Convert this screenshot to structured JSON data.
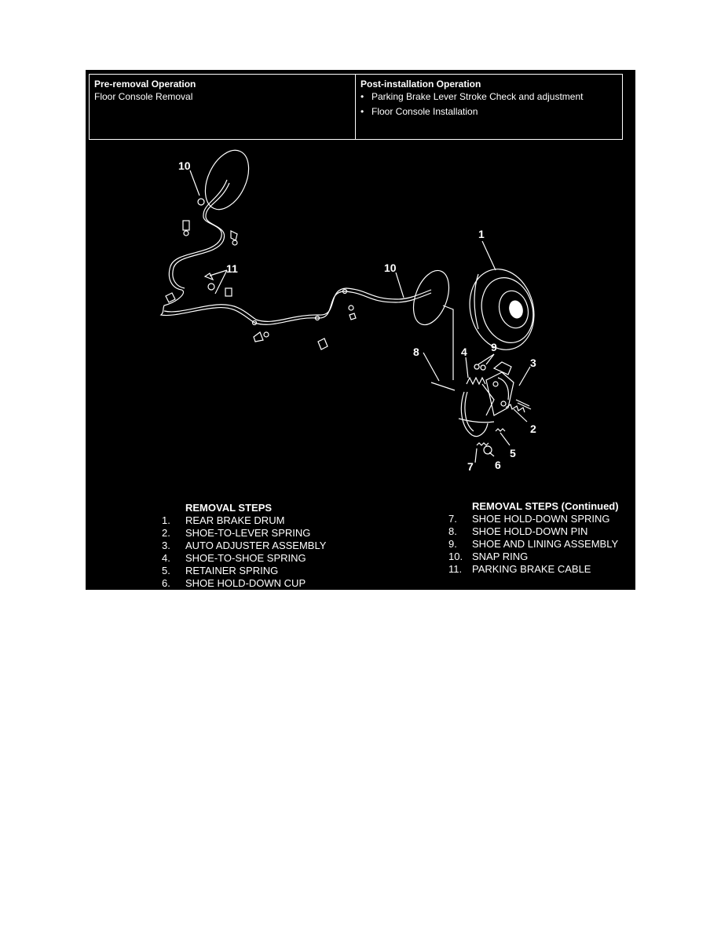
{
  "operations": {
    "pre_removal": {
      "heading": "Pre-removal Operation",
      "text": "Floor Console Removal"
    },
    "post_installation": {
      "heading": "Post-installation Operation",
      "items": [
        "Parking Brake Lever Stroke Check and adjustment",
        "Floor Console Installation"
      ]
    }
  },
  "callouts": {
    "c1": "1",
    "c2": "2",
    "c3": "3",
    "c4": "4",
    "c5": "5",
    "c6": "6",
    "c7": "7",
    "c8": "8",
    "c9": "9",
    "c10a": "10",
    "c10b": "10",
    "c11": "11"
  },
  "removal_steps": {
    "title": "REMOVAL STEPS",
    "items": [
      {
        "num": "1.",
        "text": "REAR BRAKE DRUM"
      },
      {
        "num": "2.",
        "text": "SHOE-TO-LEVER SPRING"
      },
      {
        "num": "3.",
        "text": "AUTO ADJUSTER ASSEMBLY"
      },
      {
        "num": "4.",
        "text": "SHOE-TO-SHOE SPRING"
      },
      {
        "num": "5.",
        "text": "RETAINER SPRING"
      },
      {
        "num": "6.",
        "text": "SHOE HOLD-DOWN CUP"
      }
    ]
  },
  "removal_steps_continued": {
    "title": "REMOVAL STEPS (Continued)",
    "items": [
      {
        "num": "7.",
        "text": "SHOE HOLD-DOWN SPRING"
      },
      {
        "num": "8.",
        "text": "SHOE HOLD-DOWN PIN"
      },
      {
        "num": "9.",
        "text": "SHOE AND LINING ASSEMBLY"
      },
      {
        "num": "10.",
        "text": "SNAP RING"
      },
      {
        "num": "11.",
        "text": "PARKING BRAKE CABLE"
      }
    ]
  }
}
